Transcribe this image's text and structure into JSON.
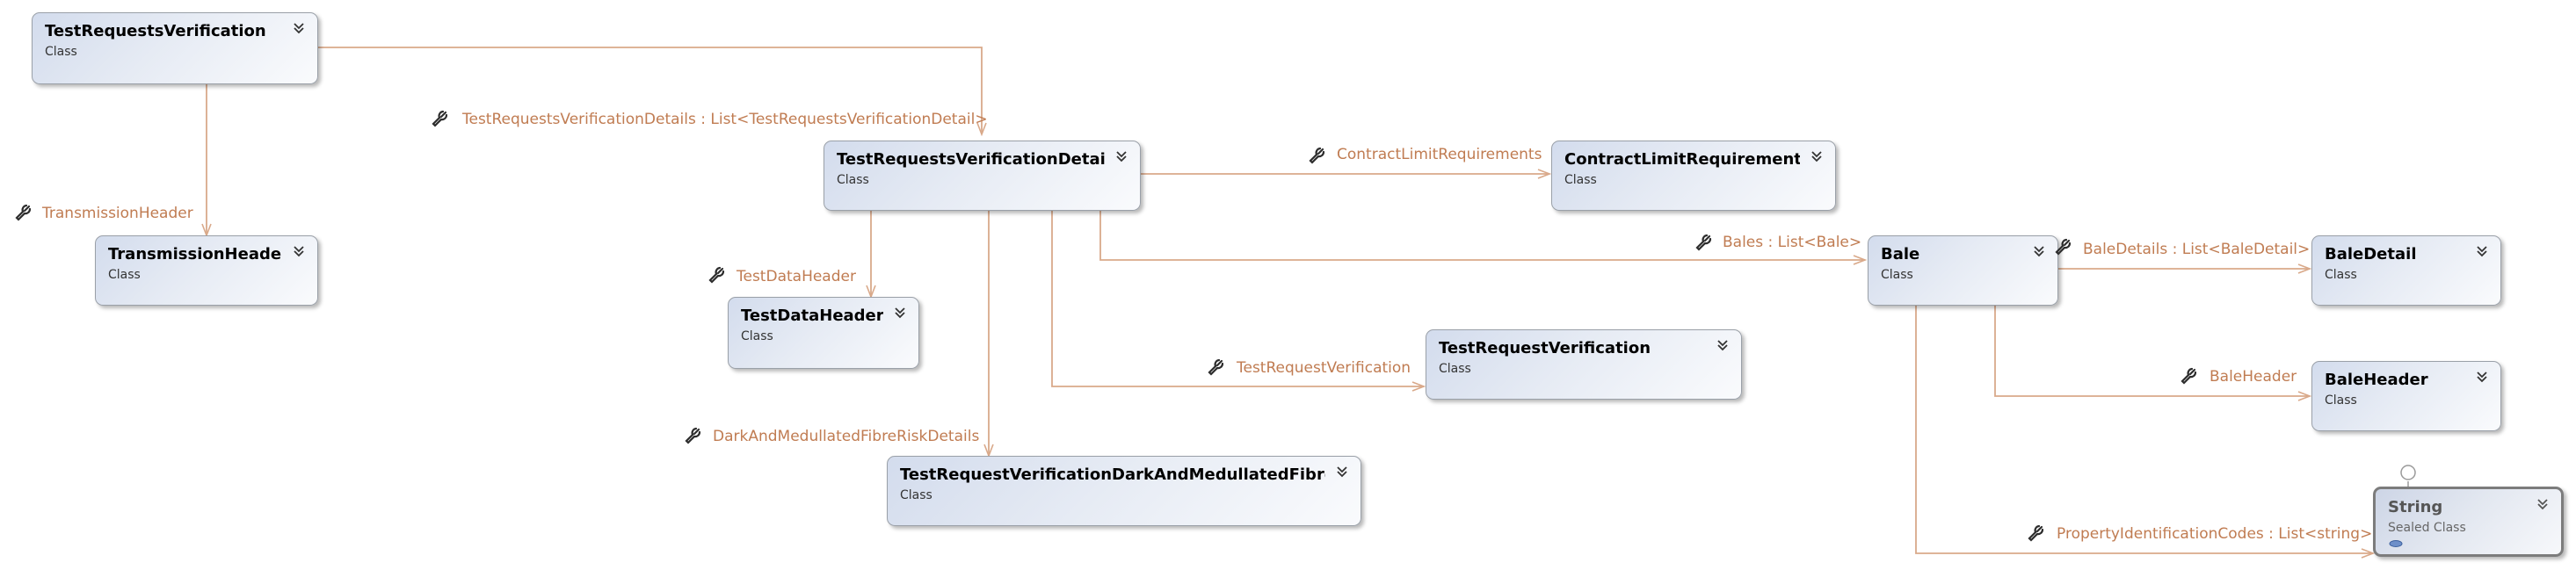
{
  "colors": {
    "connector": "#d9a98a",
    "label": "#c07c52",
    "shape_border": "#9aa0a8",
    "wrench": "#2d2d2d"
  },
  "shapes": {
    "test_requests_verification": {
      "name": "TestRequestsVerification",
      "kind": "Class"
    },
    "transmission_header": {
      "name": "TransmissionHeader",
      "kind": "Class"
    },
    "test_requests_verification_detail": {
      "name": "TestRequestsVerificationDetail",
      "kind": "Class"
    },
    "test_data_header": {
      "name": "TestDataHeader",
      "kind": "Class"
    },
    "test_request_verification_dark": {
      "name": "TestRequestVerificationDarkAndMedullatedFibreRisk...",
      "kind": "Class"
    },
    "contract_limit_requirements": {
      "name": "ContractLimitRequirements",
      "kind": "Class"
    },
    "test_request_verification": {
      "name": "TestRequestVerification",
      "kind": "Class"
    },
    "bale": {
      "name": "Bale",
      "kind": "Class"
    },
    "bale_detail": {
      "name": "BaleDetail",
      "kind": "Class"
    },
    "bale_header": {
      "name": "BaleHeader",
      "kind": "Class"
    },
    "string": {
      "name": "String",
      "kind": "Sealed Class"
    }
  },
  "associations": {
    "test_requests_verification_details": "TestRequestsVerificationDetails : List<TestRequestsVerificationDetail>",
    "transmission_header": "TransmissionHeader",
    "contract_limit_requirements": "ContractLimitRequirements",
    "bales": "Bales : List<Bale>",
    "test_data_header": "TestDataHeader",
    "test_request_verification": "TestRequestVerification",
    "dark_and_medullated": "DarkAndMedullatedFibreRiskDetails",
    "bale_details": "BaleDetails : List<BaleDetail>",
    "bale_header": "BaleHeader",
    "property_identification_codes": "PropertyIdentificationCodes : List<string>"
  }
}
